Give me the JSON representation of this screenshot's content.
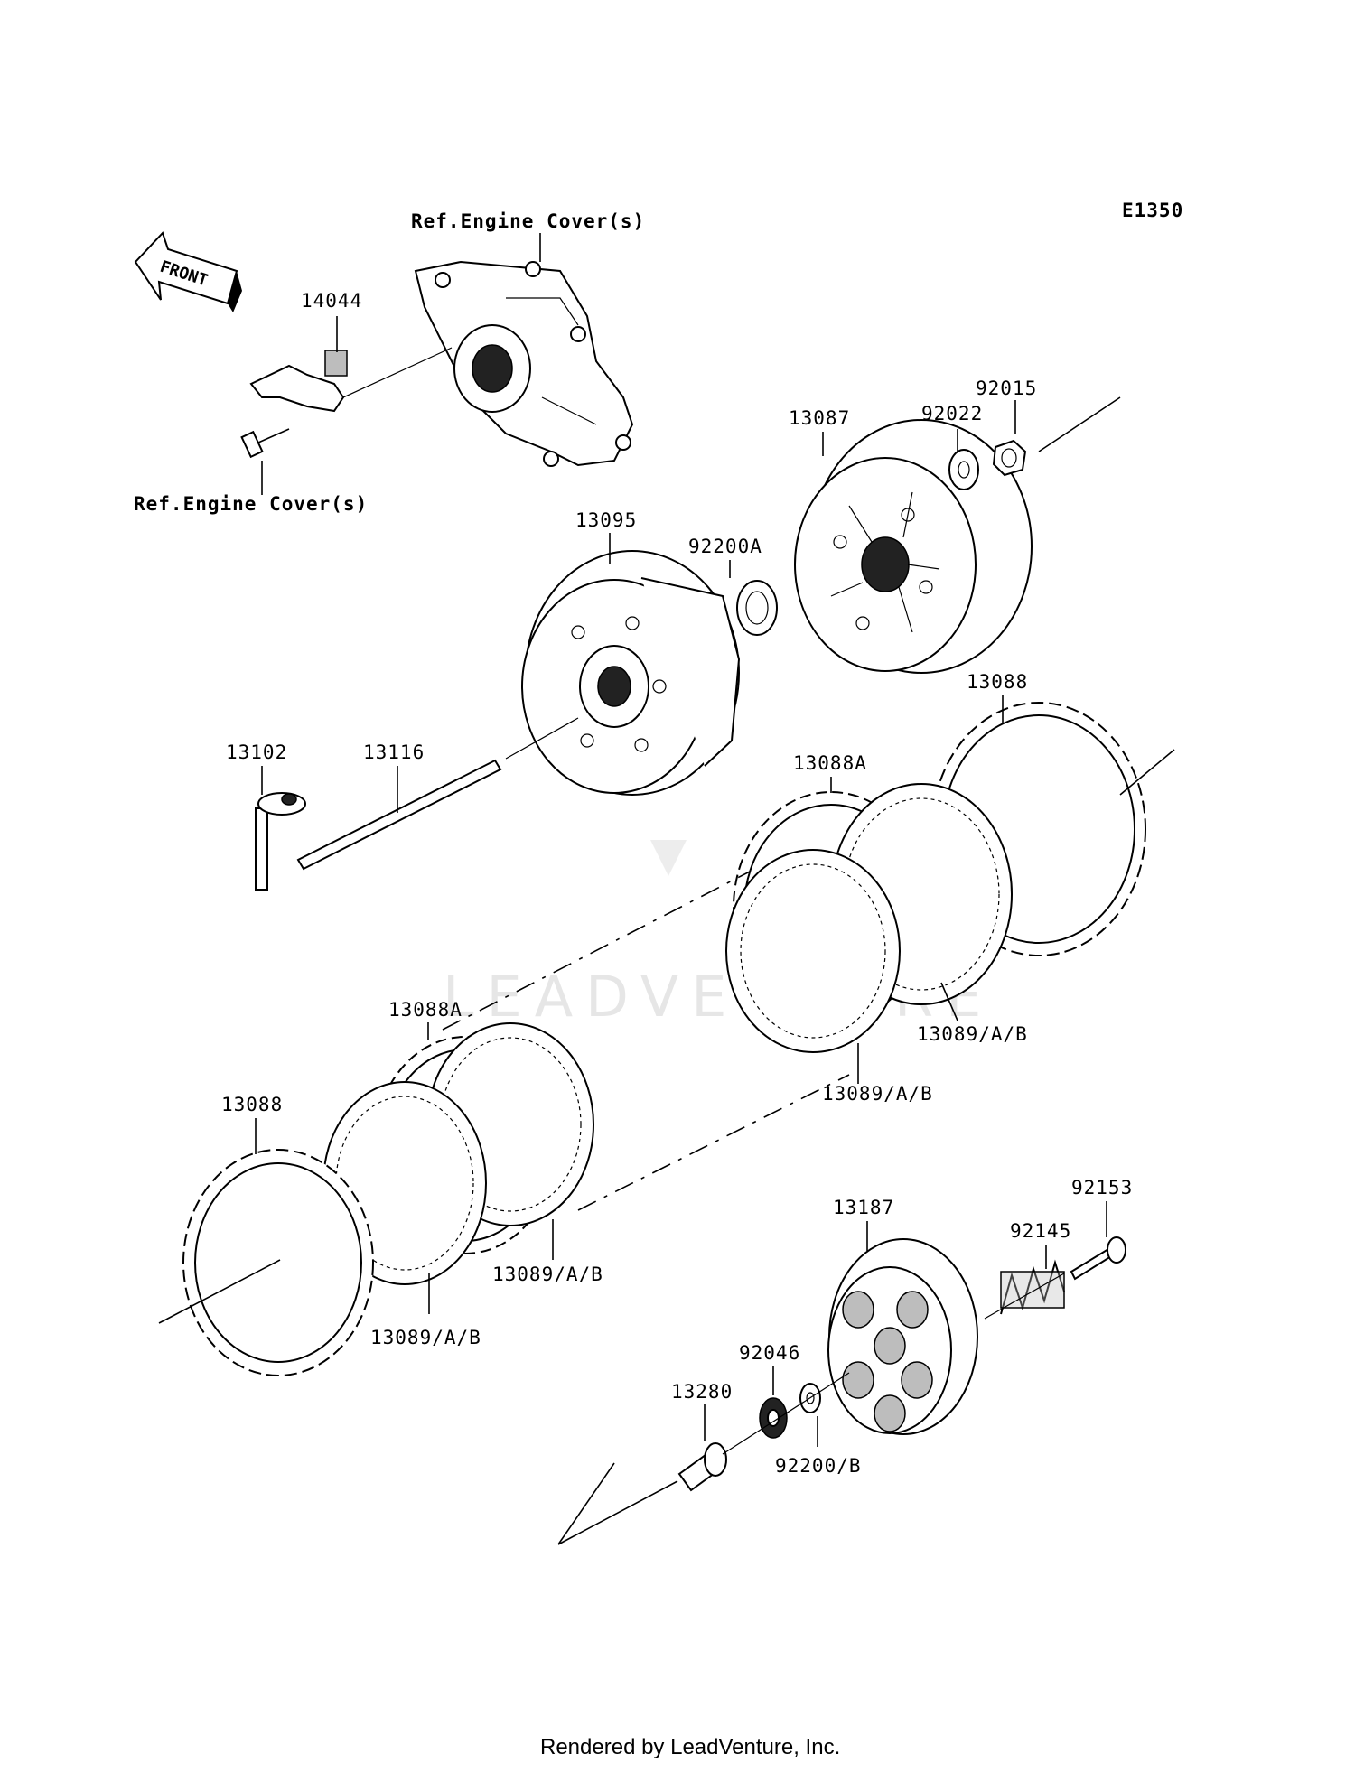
{
  "diagram_code": "E1350",
  "ref_labels": {
    "engine_cover_top": "Ref.Engine Cover(s)",
    "engine_cover_bottom": "Ref.Engine Cover(s)"
  },
  "front_indicator": "FRONT",
  "watermark": "LEADVENTURE",
  "footer": "Rendered by LeadVenture, Inc.",
  "parts": {
    "p14044": "14044",
    "p13087": "13087",
    "p92022": "92022",
    "p92015": "92015",
    "p13095": "13095",
    "p92200A": "92200A",
    "p13088_top": "13088",
    "p13102": "13102",
    "p13116": "13116",
    "p13088A_top": "13088A",
    "p13089_right": "13089/A/B",
    "p13089_mid": "13089/A/B",
    "p13088A_left": "13088A",
    "p13088_left": "13088",
    "p13089_left_mid": "13089/A/B",
    "p13089_left": "13089/A/B",
    "p13187": "13187",
    "p92153": "92153",
    "p92145": "92145",
    "p92046": "92046",
    "p13280": "13280",
    "p92200B": "92200/B"
  }
}
